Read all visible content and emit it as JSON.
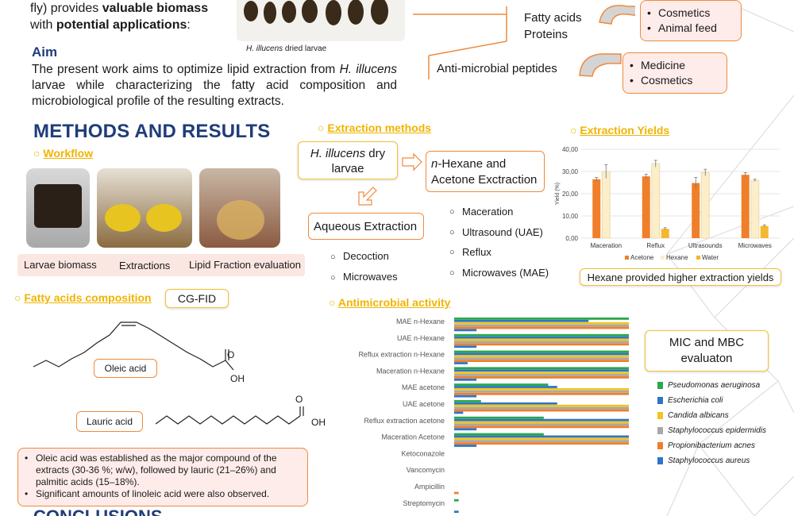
{
  "intro": {
    "line1_pre": "fly) provides ",
    "line1_bold": "valuable biomass",
    "line2_pre": "with ",
    "line2_bold": "potential applications",
    "line2_post": ":"
  },
  "larvae_caption_italic": "H. illucens",
  "larvae_caption_rest": " dried larvae",
  "applications": {
    "fatty_acids": "Fatty acids",
    "proteins": "Proteins",
    "uses1": [
      "Cosmetics",
      "Animal feed"
    ],
    "peptides": "Anti-microbial peptides",
    "uses2": [
      "Medicine",
      "Cosmetics"
    ]
  },
  "aim": {
    "title": "Aim",
    "text_pre": "The present work aims to optimize lipid extraction from ",
    "text_italic": "H. illucens",
    "text_post": " larvae while characterizing the fatty acid composition and microbiological profile of the resulting extracts."
  },
  "methods_title": "METHODS AND RESULTS",
  "workflow": {
    "heading": "Workflow",
    "labels": [
      "Larvae biomass",
      "Extractions",
      "Lipid Fraction evaluation"
    ]
  },
  "extraction_methods": {
    "heading": "Extraction methods",
    "dry_larvae_italic": "H. illucens",
    "dry_larvae_rest": " dry larvae",
    "solvent_box_italic": "n",
    "solvent_box_rest": "-Hexane and Acetone Exctraction",
    "solvent_methods": [
      "Maceration",
      "Ultrasound (UAE)",
      "Reflux",
      "Microwaves (MAE)"
    ],
    "aqueous_box": "Aqueous Extraction",
    "aqueous_methods": [
      "Decoction",
      "Microwaves"
    ]
  },
  "fatty_acids": {
    "heading": "Fatty acids composition",
    "method": "CG-FID",
    "oleic_label": "Oleic acid",
    "lauric_label": "Lauric acid",
    "oh": "OH",
    "o": "O",
    "findings": [
      "Oleic acid was established as the major compound of the extracts (30-36 %; w/w), followed by lauric (21–26%) and palmitic acids (15–18%).",
      "Significant amounts of linoleic acid were also observed."
    ]
  },
  "yields": {
    "heading": "Extraction Yields",
    "conclusion": "Hexane provided higher extraction yields"
  },
  "antimicrobial": {
    "heading": "Antimicrobial activity",
    "mic_box": "MIC and MBC evaluaton"
  },
  "bottom_title_partial": "CONCLUSIONS",
  "chart_data": [
    {
      "type": "bar",
      "title": "Extraction Yields",
      "ylabel": "Yield (%)",
      "categories": [
        "Maceration",
        "Reflux",
        "Ultrasounds",
        "Microwaves"
      ],
      "ylim": [
        0,
        40
      ],
      "yticks": [
        "0,00",
        "10,00",
        "20,00",
        "30,00",
        "40,00"
      ],
      "series": [
        {
          "name": "Acetone",
          "color": "#f07f2a",
          "values": [
            26.5,
            27.8,
            24.8,
            28.5
          ],
          "errors": [
            0.8,
            1.0,
            2.5,
            1.0
          ]
        },
        {
          "name": "Hexane",
          "color": "#fbeec8",
          "values": [
            30.0,
            33.5,
            29.5,
            26.0
          ],
          "errors": [
            3.0,
            1.5,
            1.5,
            0.5
          ]
        },
        {
          "name": "Water",
          "color": "#f5b730",
          "values": [
            0,
            4.2,
            0,
            5.5
          ],
          "errors": [
            0,
            0.5,
            0,
            0.5
          ]
        }
      ],
      "grid": true,
      "legend": "bottom"
    },
    {
      "type": "bar",
      "orientation": "horizontal",
      "title": "Antimicrobial activity",
      "categories": [
        "MAE n-Hexane",
        "UAE n-Hexane",
        "Reflux extraction n-Hexane",
        "Maceration n-Hexane",
        "MAE acetone",
        "UAE acetone",
        "Reflux extraction acetone",
        "Maceration Acetone",
        "Ketoconazole",
        "Vancomycin",
        "Ampicillin",
        "Streptomycin"
      ],
      "series": [
        {
          "name": "Pseudomonas aeruginosa",
          "color": "#2aa84a",
          "values": [
            0.39,
            0.39,
            0.39,
            0.39,
            0.21,
            0.06,
            0.2,
            0.2,
            0,
            0,
            0,
            0.01
          ]
        },
        {
          "name": "Escherichia coli",
          "color": "#2e75c8",
          "values": [
            0.3,
            0.39,
            0.39,
            0.39,
            0.23,
            0.23,
            0.39,
            0.39,
            0,
            0,
            0,
            0
          ]
        },
        {
          "name": "Candida albicans",
          "color": "#f2c41e",
          "values": [
            0.39,
            0.39,
            0.39,
            0.39,
            0.39,
            0.39,
            0.39,
            0.39,
            0,
            0,
            0,
            0
          ]
        },
        {
          "name": "Staphylococcus epidermidis",
          "color": "#a8a8a8",
          "values": [
            0.39,
            0.39,
            0.39,
            0.39,
            0.39,
            0.39,
            0.39,
            0.39,
            0,
            0,
            0,
            0
          ]
        },
        {
          "name": "Propionibacterium acnes",
          "color": "#f07f2a",
          "values": [
            0.39,
            0.39,
            0.39,
            0.39,
            0.39,
            0.39,
            0.39,
            0.39,
            0,
            0,
            0.01,
            0
          ]
        },
        {
          "name": "Staphylococcus aureus",
          "color": "#2e75c8",
          "values": [
            0.05,
            0.05,
            0.03,
            0.05,
            0.05,
            0.02,
            0.05,
            0.05,
            0,
            0,
            0,
            0.01
          ]
        }
      ],
      "legend": "right"
    }
  ]
}
